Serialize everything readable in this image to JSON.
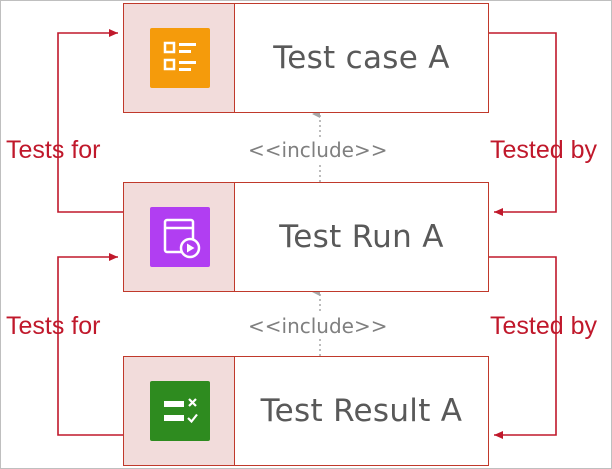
{
  "nodes": {
    "test_case": {
      "label": "Test case A",
      "icon": "checklist-icon",
      "color": "#f59b0b"
    },
    "test_run": {
      "label": "Test Run A",
      "icon": "play-window-icon",
      "color": "#b13ef2"
    },
    "test_result": {
      "label": "Test Result A",
      "icon": "result-checkbox-icon",
      "color": "#2e8b1f"
    }
  },
  "relations": {
    "tests_for_top": "Tests for",
    "tested_by_top": "Tested by",
    "tests_for_bottom": "Tests for",
    "tested_by_bottom": "Tested by",
    "include_top": "<<include>>",
    "include_bottom": "<<include>>"
  },
  "colors": {
    "accent": "#c0182b",
    "icon_cell_bg": "#f2dcdb",
    "include_line": "#a6a6a6",
    "text": "#595959"
  }
}
